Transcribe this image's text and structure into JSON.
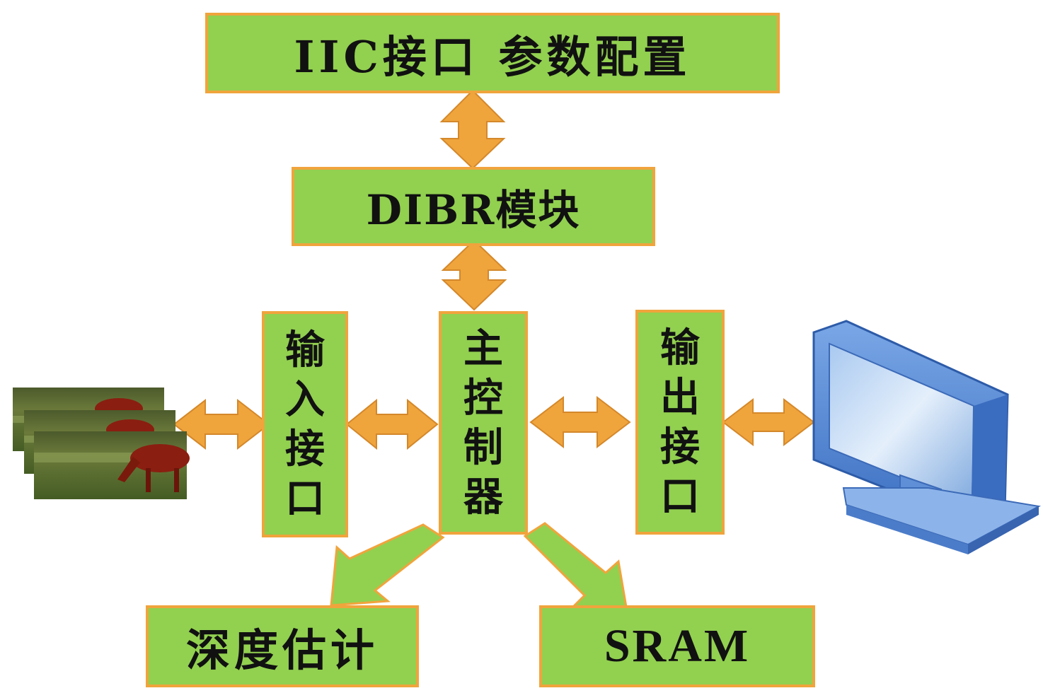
{
  "blocks": {
    "iic_config": "IIC接口 参数配置",
    "dibr_module": "DIBR模块",
    "input_interface": "输入接口",
    "main_controller": "主控制器",
    "output_interface": "输出接口",
    "depth_estimation": "深度估计",
    "sram": "SRAM"
  },
  "icons": {
    "input_images": "horse-image-stack-icon",
    "display": "monitor-icon"
  },
  "colors": {
    "box_fill": "#92d050",
    "box_border": "#f0a43c",
    "arrow_fill": "#f0a43c",
    "down_arrow_fill": "#92d050",
    "monitor_frame": "#5b8fd4",
    "monitor_screen": "#cfe2f7"
  }
}
